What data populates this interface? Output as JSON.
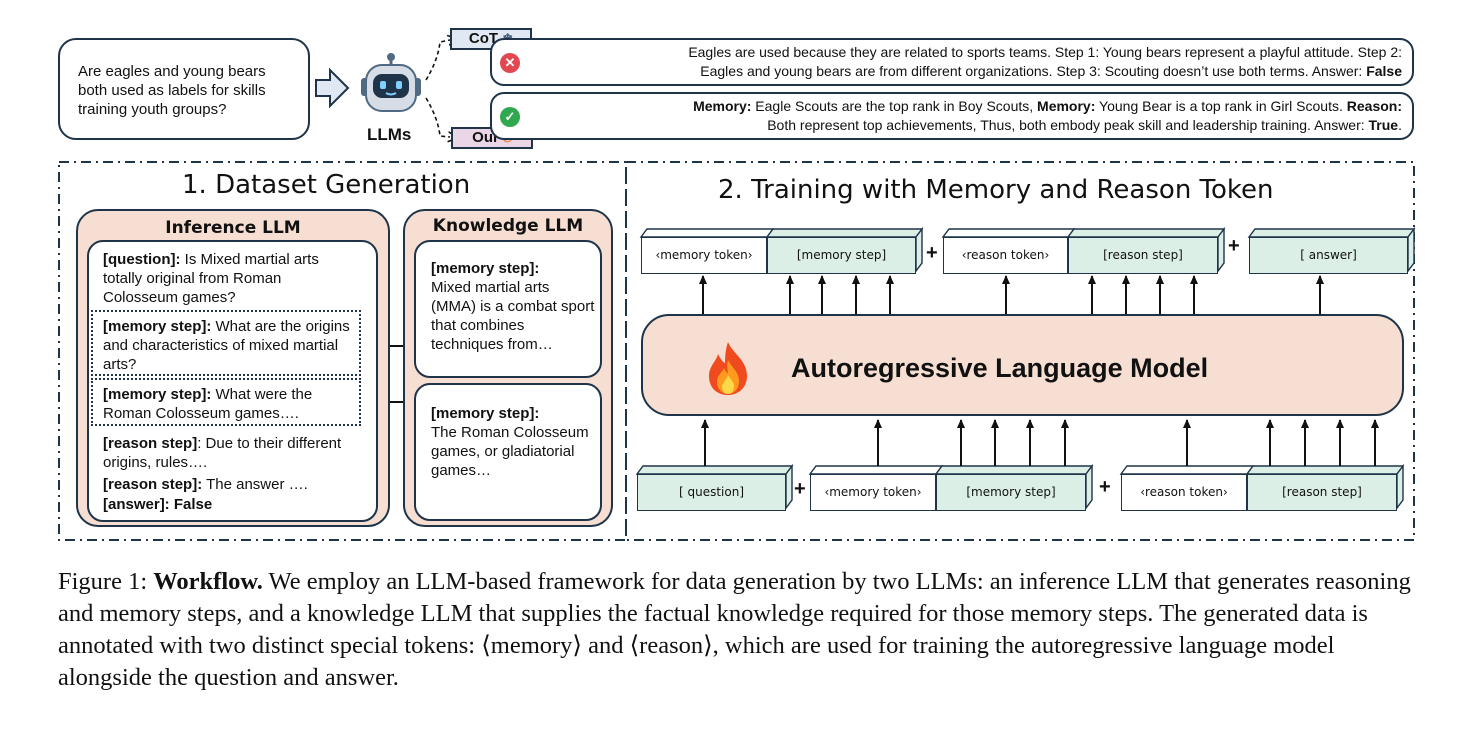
{
  "question": "Are eagles and young bears both used as labels for skills training youth groups?",
  "llm_label": "LLMs",
  "cot": {
    "tag": "CoT",
    "line1": "Eagles are used because they are related to sports teams. Step 1: Young bears represent a playful attitude. Step 2:",
    "line2_text": "Eagles and young bears are from different organizations. Step 3: Scouting doesn’t use both terms. Answer: ",
    "line2_bold": "False"
  },
  "ours": {
    "tag": "Our",
    "m1_label": "Memory:",
    "m1_text": " Eagle Scouts are the top rank in Boy Scouts, ",
    "m2_label": "Memory:",
    "m2_text": " Young Bear is a top rank in Girl Scouts. ",
    "reason_label": "Reason:",
    "line2_text": "Both represent top achievements, Thus, both embody peak skill and leadership training. Answer: ",
    "line2_bold": "True",
    "line2_end": "."
  },
  "section1": {
    "title": "1.  Dataset Generation",
    "inference_title": "Inference LLM",
    "knowledge_title": "Knowledge LLM",
    "q_label": "[question]:",
    "q_text": " Is Mixed martial arts totally original from Roman Colosseum games?",
    "m1_label": "[memory step]:",
    "m1_text": " What are the origins and characteristics of mixed martial arts?",
    "m2_label": "[memory step]:",
    "m2_text": " What were the Roman Colosseum games….",
    "r1_label": "[reason step]",
    "r1_text": ": Due to their different origins, rules….",
    "r2_label": "[reason step]:",
    "r2_text": " The answer ….",
    "ans": "[answer]: False",
    "k1_label": "[memory step]:",
    "k1_text": "Mixed martial arts (MMA) is a combat sport that combines techniques from…",
    "k2_label": "[memory step]:",
    "k2_text": "The Roman Colosseum games, or gladiatorial games…"
  },
  "section2": {
    "title": "2. Training with Memory and Reason Token",
    "model": "Autoregressive Language Model",
    "top_tokens": [
      "‹memory token›",
      "[memory step]",
      "‹reason token›",
      "[reason step]",
      "[ answer]"
    ],
    "bottom_tokens": [
      "[ question]",
      "‹memory token›",
      "[memory step]",
      "‹reason token›",
      "[reason step]"
    ],
    "plus": "+"
  },
  "caption": {
    "prefix": "Figure 1: ",
    "bold": "Workflow.",
    "text": " We employ an LLM-based framework for data generation by two LLMs: an inference LLM that generates reasoning and memory steps, and a knowledge LLM that supplies the factual knowledge required for those memory steps. The generated data is annotated with two distinct special tokens: ⟨memory⟩ and ⟨reason⟩, which are used for training the autoregressive language model alongside the question and answer."
  },
  "colors": {
    "outline": "#1f3448",
    "panel_fill": "#f6dfd2",
    "token_green": "#dcefe6",
    "cot_tag": "#dfe8f3",
    "our_tag": "#ead6e6",
    "wrong": "#e24852",
    "right": "#2fa84f"
  },
  "icons": [
    "robot-icon",
    "snowflake-icon",
    "flame-icon",
    "cross-icon",
    "check-icon",
    "arrow-right-icon"
  ]
}
